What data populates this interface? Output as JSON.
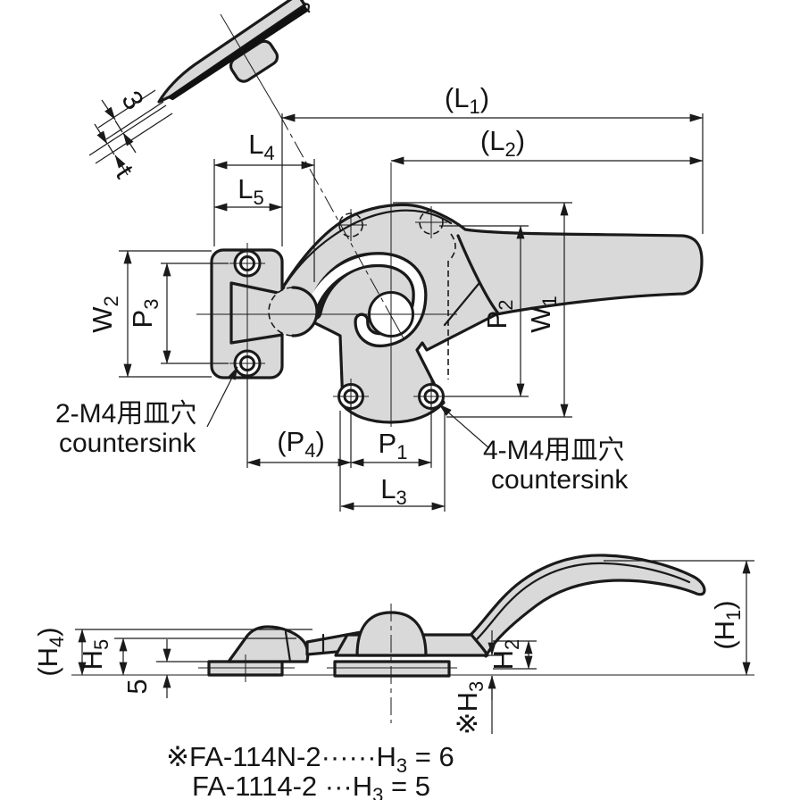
{
  "drawing": {
    "background": "#ffffff",
    "line_color": "#1a1a1a",
    "part_fill": "#d9d9d9",
    "stripe_fill": "#111111",
    "notes": {
      "countersink_left": {
        "line1": "2-M4用皿穴",
        "line2": "countersink"
      },
      "countersink_right": {
        "line1": "4-M4用皿穴",
        "line2": "countersink"
      }
    },
    "dimensions": {
      "L1": {
        "pre": "(L",
        "sub": "1",
        "post": ")"
      },
      "L2": {
        "pre": "(L",
        "sub": "2",
        "post": ")"
      },
      "L3": {
        "pre": "L",
        "sub": "3",
        "post": ""
      },
      "L4": {
        "pre": "L",
        "sub": "4",
        "post": ""
      },
      "L5": {
        "pre": "L",
        "sub": "5",
        "post": ""
      },
      "W1": {
        "pre": "W",
        "sub": "1",
        "post": ""
      },
      "W2": {
        "pre": "W",
        "sub": "2",
        "post": ""
      },
      "P1": {
        "pre": "P",
        "sub": "1",
        "post": ""
      },
      "P2": {
        "pre": "P",
        "sub": "2",
        "post": ""
      },
      "P3": {
        "pre": "P",
        "sub": "3",
        "post": ""
      },
      "P4": {
        "pre": "(P",
        "sub": "4",
        "post": ")"
      },
      "H1": {
        "pre": "(H",
        "sub": "1",
        "post": ")"
      },
      "H2": {
        "pre": "H",
        "sub": "2",
        "post": ""
      },
      "H3": {
        "pre": "※H",
        "sub": "3",
        "post": ""
      },
      "H4": {
        "pre": "(H",
        "sub": "4",
        "post": ")"
      },
      "H5": {
        "pre": "H",
        "sub": "5",
        "post": ""
      },
      "thickness_3": {
        "pre": "3",
        "sub": "",
        "post": ""
      },
      "thickness_t": {
        "pre": "t",
        "sub": "",
        "post": ""
      },
      "plate_5": {
        "pre": "5",
        "sub": "",
        "post": ""
      }
    },
    "footnotes": {
      "line1": {
        "pre": "※FA-114N-2······H",
        "sub": "3",
        "post": " = 6"
      },
      "line2": {
        "pre": "FA-1114-2 ···H",
        "sub": "3",
        "post": " = 5"
      }
    }
  }
}
